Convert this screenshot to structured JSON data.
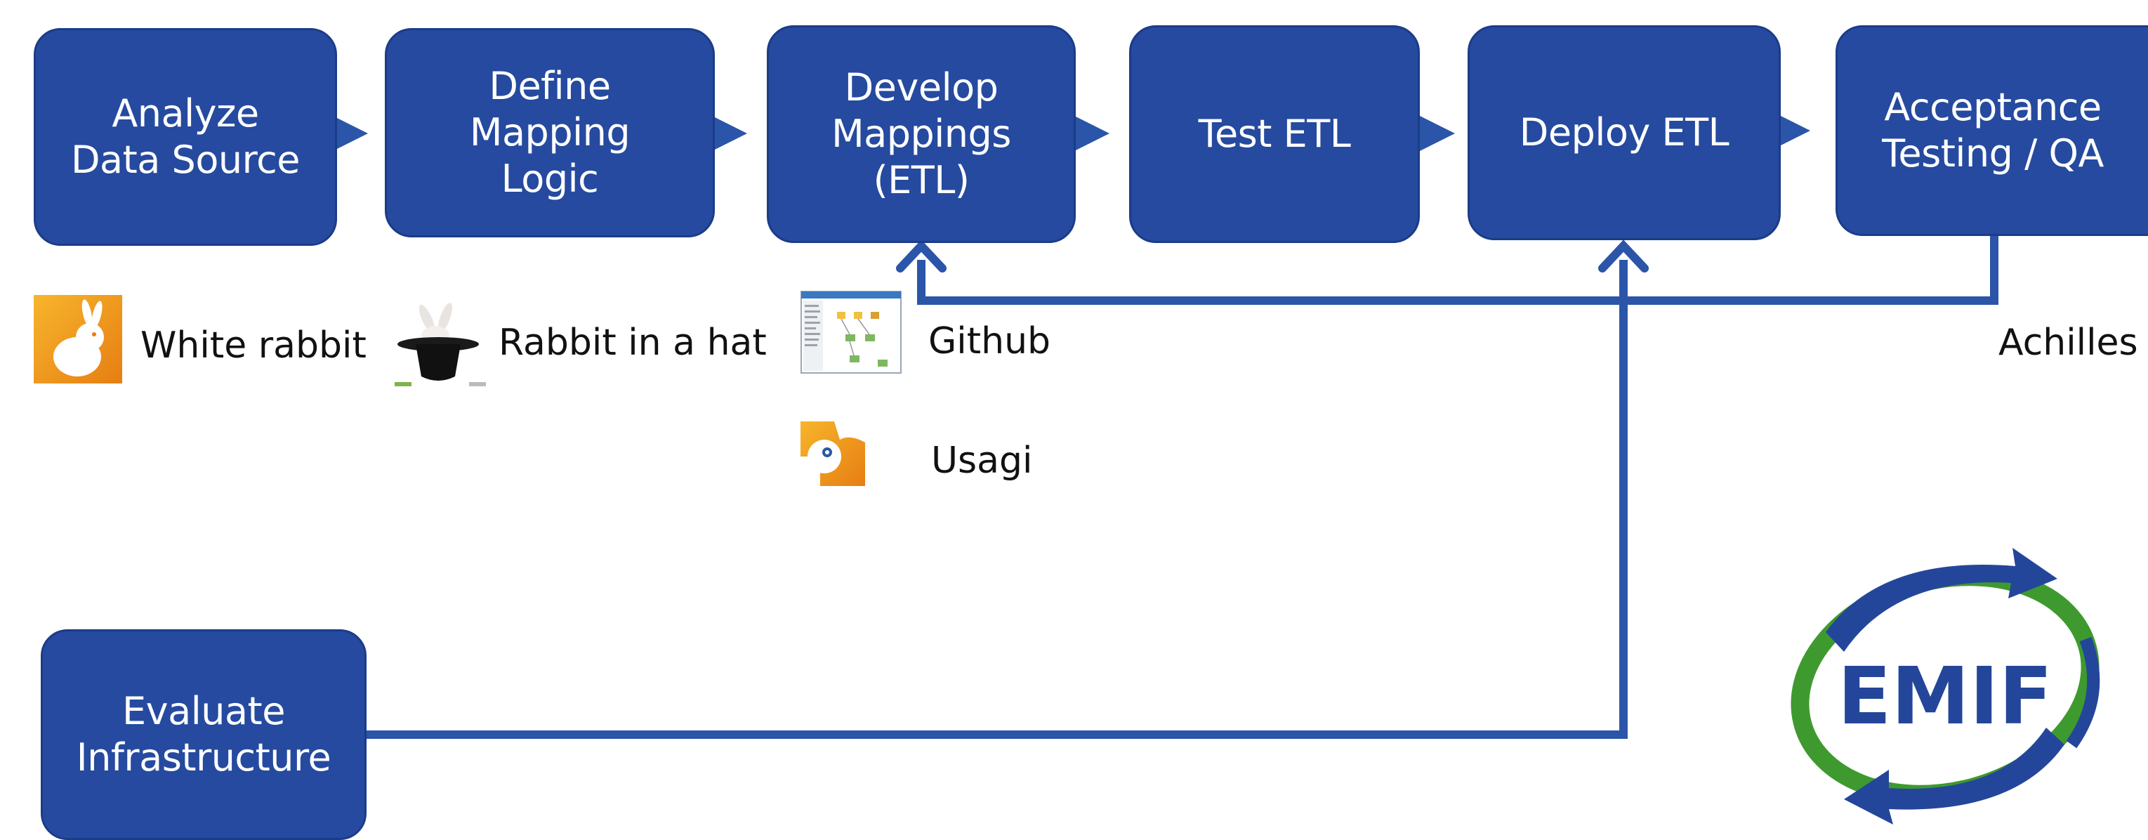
{
  "colors": {
    "box": "#254A9F",
    "arrow": "#2B55A8",
    "logo_green": "#3E9A2E",
    "logo_blue": "#24469A"
  },
  "steps": [
    {
      "label": "Analyze\nData Source"
    },
    {
      "label": "Define\nMapping\nLogic"
    },
    {
      "label": "Develop\nMappings\n(ETL)"
    },
    {
      "label": "Test ETL"
    },
    {
      "label": "Deploy ETL"
    },
    {
      "label": "Acceptance\nTesting / QA"
    },
    {
      "label": "Evaluate\nInfrastructure"
    }
  ],
  "tools": [
    {
      "label": "White rabbit",
      "icon": "white-rabbit-icon"
    },
    {
      "label": "Rabbit in a hat",
      "icon": "rabbit-in-hat-icon"
    },
    {
      "label": "Github",
      "icon": "github-screenshot-icon"
    },
    {
      "label": "Usagi",
      "icon": "usagi-icon"
    },
    {
      "label": "Achilles"
    }
  ],
  "logo": {
    "text": "EMIF"
  }
}
